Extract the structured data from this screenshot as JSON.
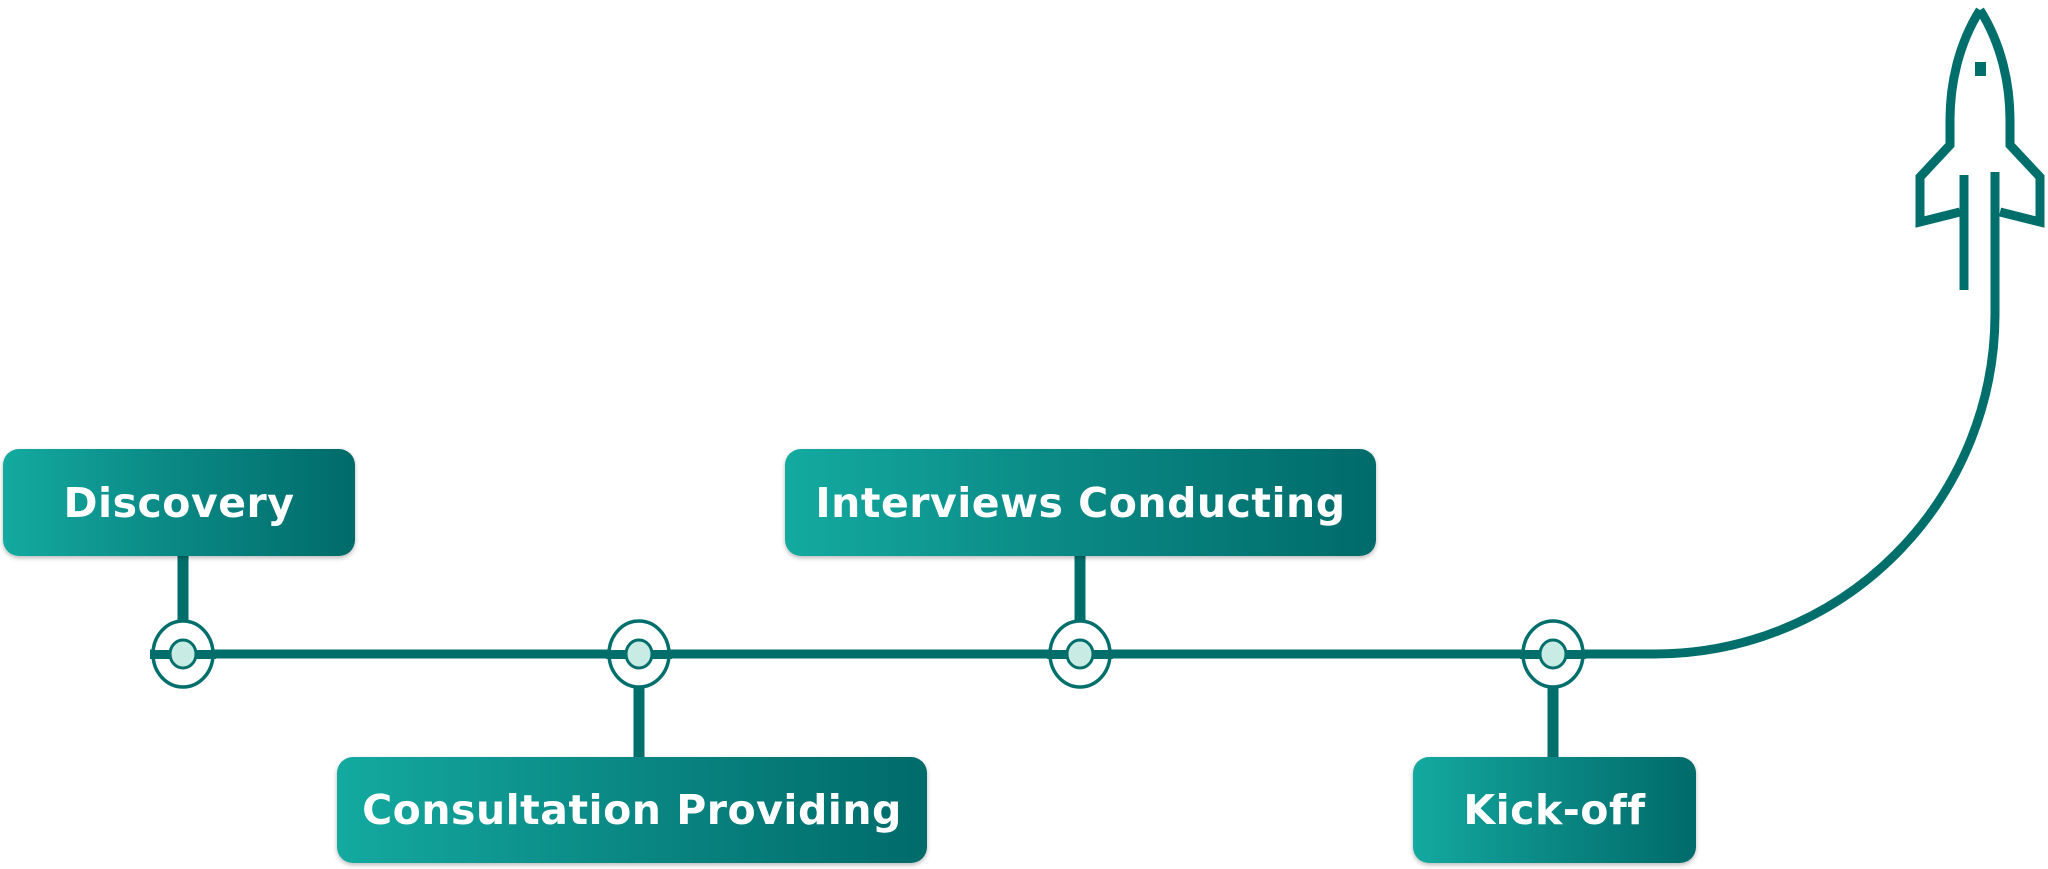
{
  "colors": {
    "line": "#006f6c",
    "gradient_start": "#13aaa0",
    "gradient_end": "#006b6a",
    "node_fill": "#c8ece3",
    "label_text": "#ffffff"
  },
  "icons": {
    "rocket": "rocket-icon",
    "node": "milestone-node-icon"
  },
  "steps": [
    {
      "id": "discovery",
      "label": "Discovery",
      "position": "above"
    },
    {
      "id": "consultation",
      "label": "Consultation Providing",
      "position": "below"
    },
    {
      "id": "interviews",
      "label": "Interviews Conducting",
      "position": "above"
    },
    {
      "id": "kickoff",
      "label": "Kick-off",
      "position": "below"
    }
  ]
}
